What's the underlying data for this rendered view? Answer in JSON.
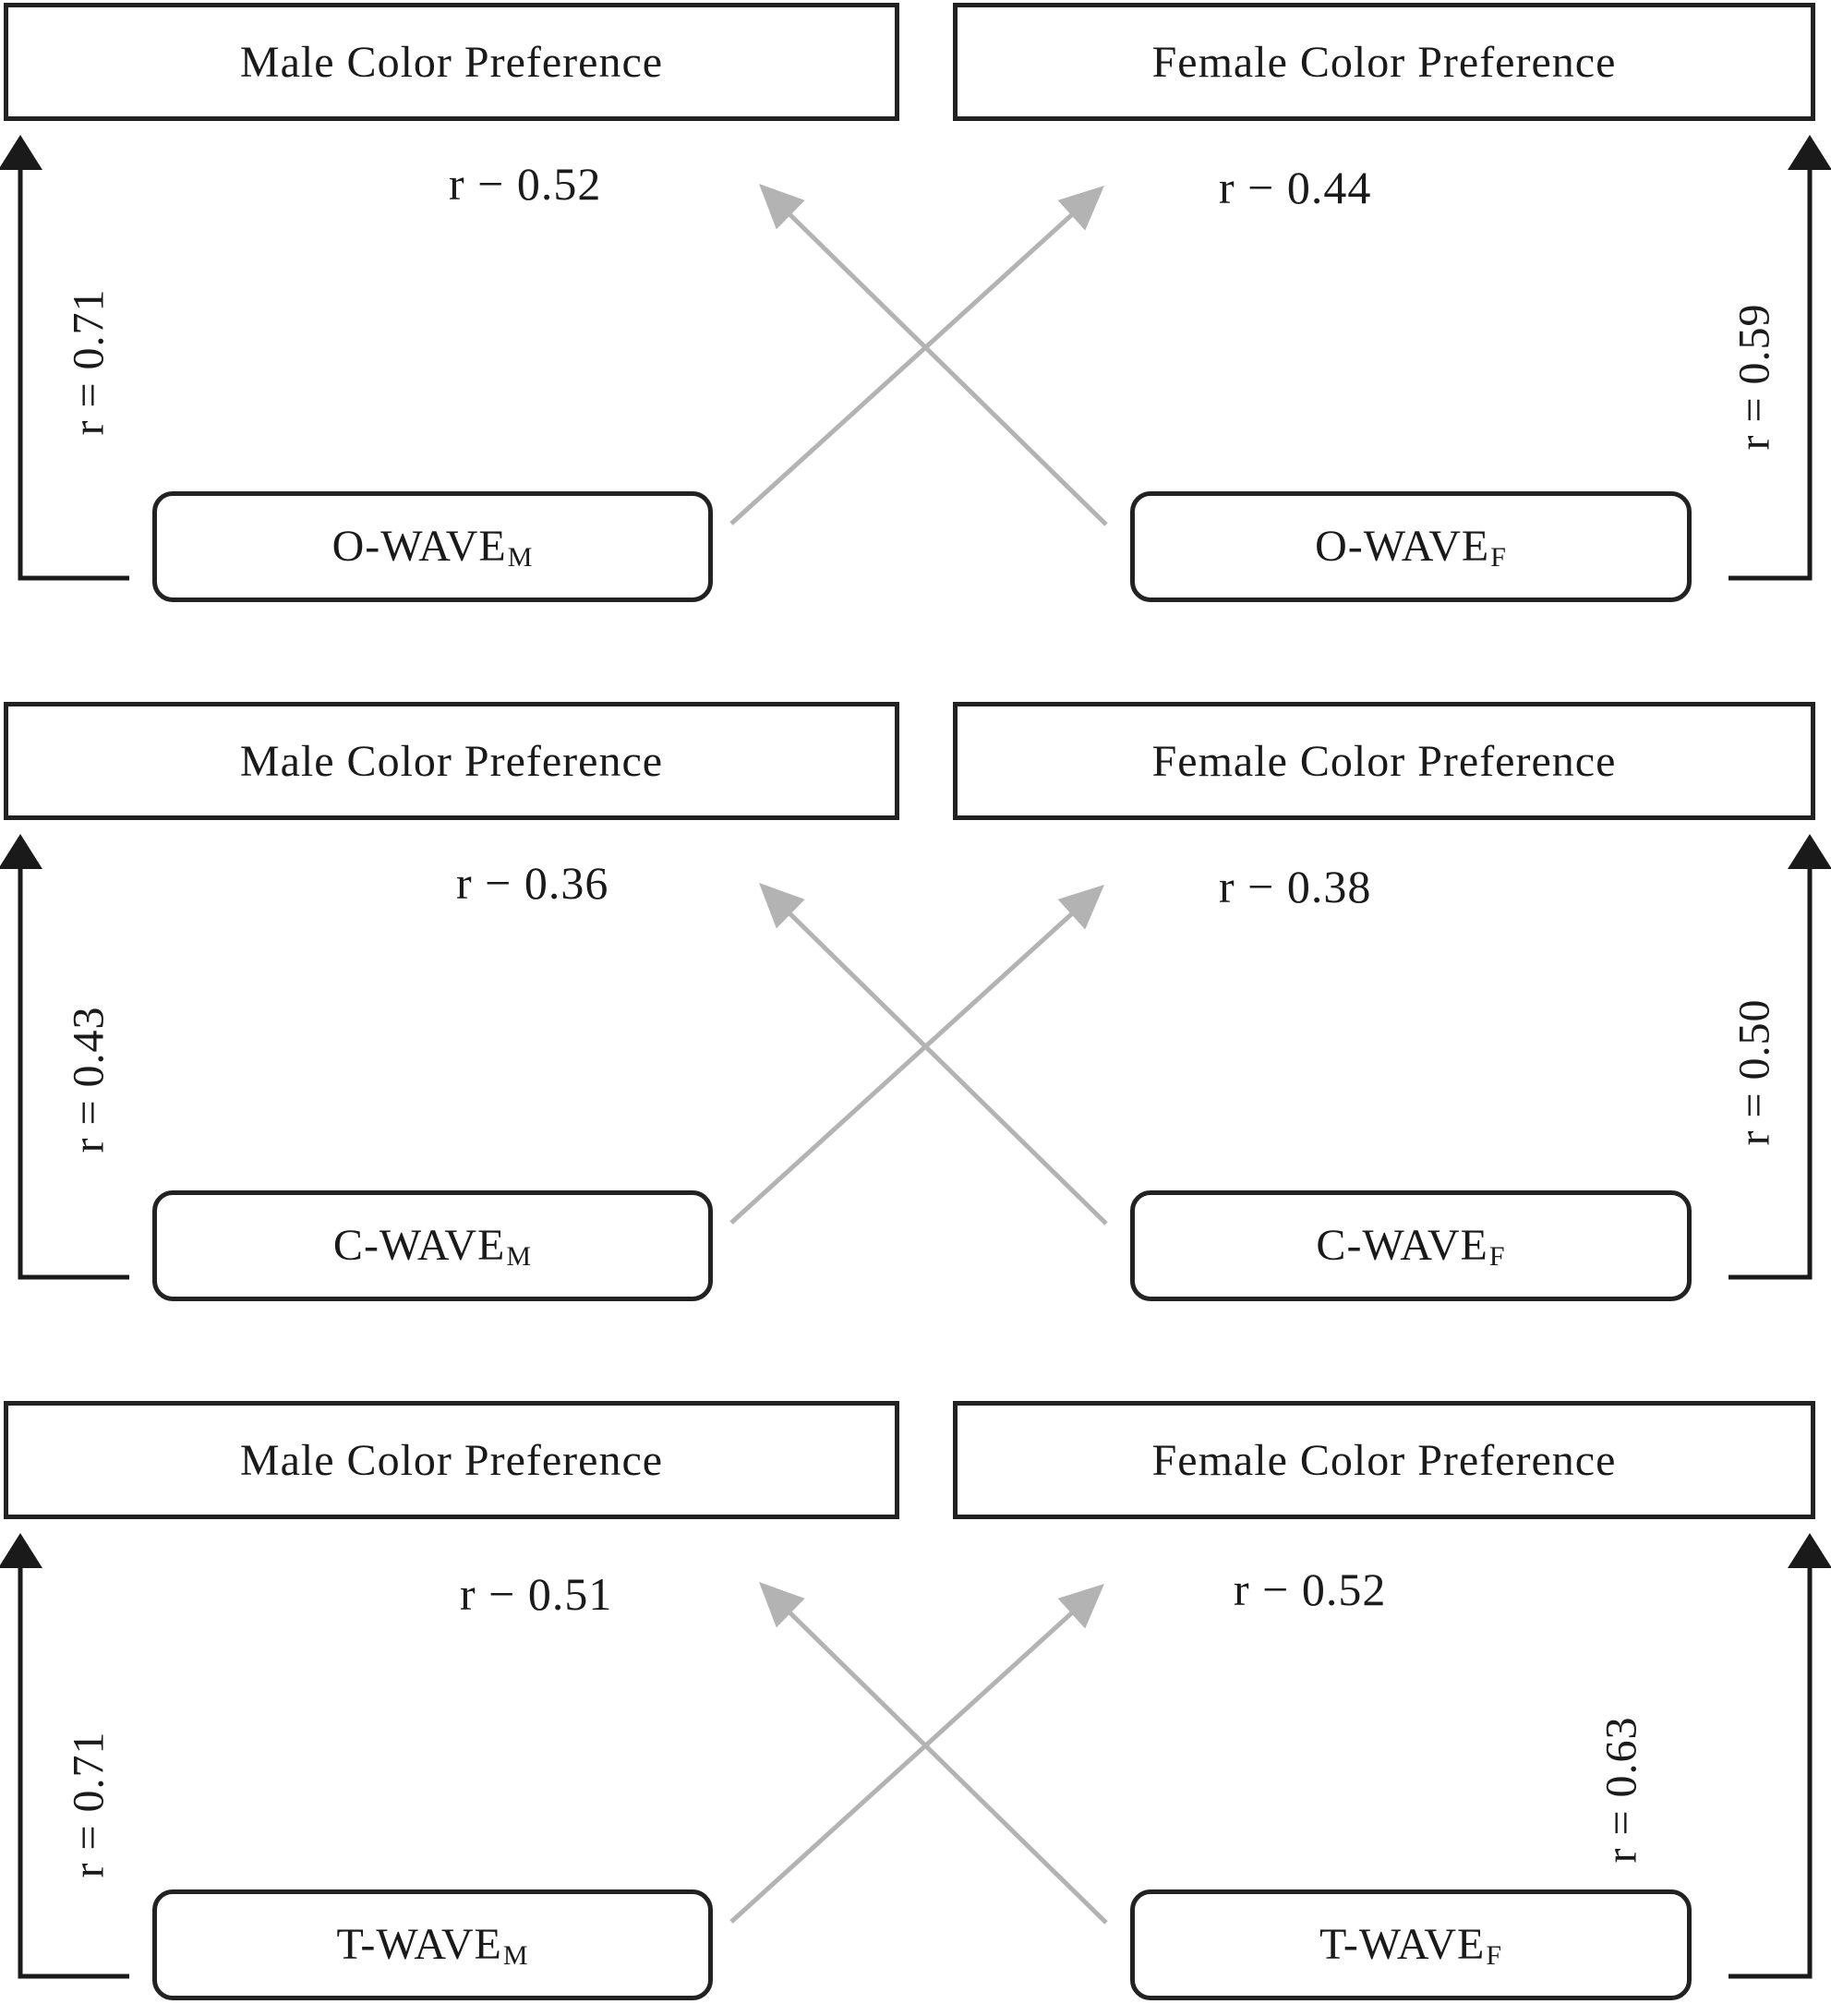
{
  "panels": [
    {
      "male_target": "Male Color Preference",
      "female_target": "Female Color Preference",
      "male_source_name": "O-WAVE",
      "male_source_sub": "M",
      "female_source_name": "O-WAVE",
      "female_source_sub": "F",
      "r_male_direct": "r = 0.71",
      "r_female_direct": "r = 0.59",
      "r_female_to_male": "r − 0.52",
      "r_male_to_female": "r − 0.44"
    },
    {
      "male_target": "Male Color Preference",
      "female_target": "Female Color Preference",
      "male_source_name": "C-WAVE",
      "male_source_sub": "M",
      "female_source_name": "C-WAVE",
      "female_source_sub": "F",
      "r_male_direct": "r = 0.43",
      "r_female_direct": "r = 0.50",
      "r_female_to_male": "r − 0.36",
      "r_male_to_female": "r − 0.38"
    },
    {
      "male_target": "Male Color Preference",
      "female_target": "Female Color Preference",
      "male_source_name": "T-WAVE",
      "male_source_sub": "M",
      "female_source_name": "T-WAVE",
      "female_source_sub": "F",
      "r_male_direct": "r = 0.71",
      "r_female_direct": "r = 0.63",
      "r_female_to_male": "r − 0.51",
      "r_male_to_female": "r − 0.52"
    }
  ],
  "colors": {
    "direct_arrow": "#1a1a1a",
    "cross_arrow": "#b3b3b3",
    "box_border": "#222222"
  }
}
